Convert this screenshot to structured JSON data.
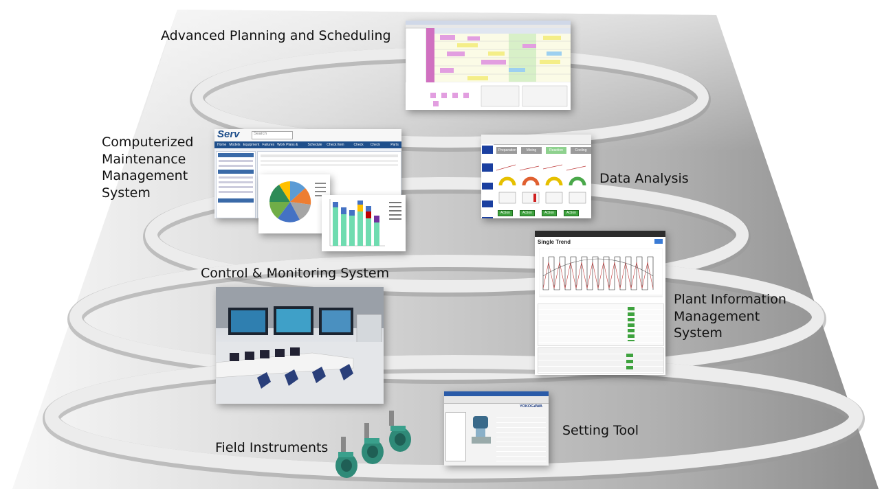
{
  "layers": {
    "level_1": "Advanced Planning and Scheduling",
    "level_2a": "Computerized",
    "level_2b": "Maintenance",
    "level_2c": "Management",
    "level_2d": "System",
    "level_2e": "Data Analysis",
    "level_3a": "Control & Monitoring System",
    "level_3b": "Plant Information",
    "level_3c": "Management",
    "level_3d": "System",
    "level_4a": "Field Instruments",
    "level_4b": "Setting Tool"
  },
  "screens": {
    "eserv_logo": "Serv",
    "eserv_search": "Search",
    "eserv_nav": [
      "Home",
      "Models",
      "Equipment",
      "Failures",
      "Work Plans & Histories",
      "Schedule List",
      "Check Item Masters",
      "Check Sets",
      "Check Results",
      "Parts Ma"
    ],
    "data_analysis_steps": [
      "Preparation",
      "Mixing",
      "Reaction",
      "Cooling"
    ],
    "data_analysis_action": "Action",
    "trend_title": "Single Trend",
    "setting_brand": "YOKOGAWA"
  },
  "colors": {
    "ring_face": "#e4e4e4",
    "ring_shadow": "#9a9a9a",
    "eserv_blue": "#1f4f8b",
    "action_green": "#3ea23e",
    "trend_blue": "#3a7bd5"
  }
}
